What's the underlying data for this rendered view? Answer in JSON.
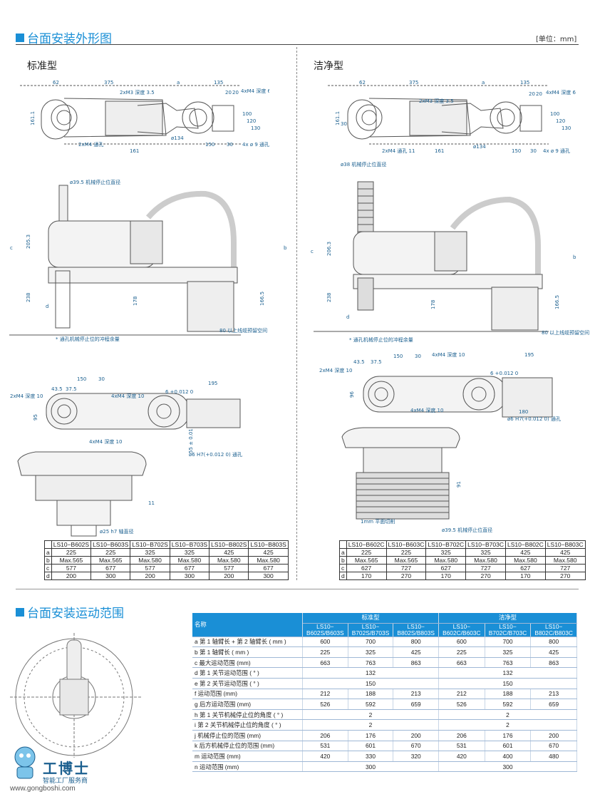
{
  "header": {
    "section1_title": "台面安装外形图",
    "unit": "[单位：mm]",
    "left_subtitle": "标准型",
    "right_subtitle": "洁净型",
    "section2_title": "台面安装运动范围"
  },
  "drawing_labels": {
    "std_top": [
      "62",
      "375",
      "a",
      "135",
      "2xM3 深度 3.5",
      "4xM4 深度 6",
      "20",
      "20",
      "161.1",
      "100",
      "120",
      "130",
      "2xM4 通孔",
      "ø134",
      "161",
      "150",
      "30",
      "4x ø 9 通孔"
    ],
    "std_side": [
      "ø39.5 机械停止位直径",
      "c",
      "205.3",
      "b",
      "238",
      "178",
      "166.5",
      "d",
      "* 通孔机械停止位的冲程余量",
      "80 以上线缆预留空间"
    ],
    "std_detail": [
      "150",
      "30",
      "2xM4 深度 10",
      "43.5",
      "37.5",
      "4xM4 深度 10",
      "6 +0.012 0",
      "195",
      "95",
      "4xM4 深度 10",
      "55 ± 0.01",
      "ø6 H7(+0.012 0) 通孔",
      "ø25 h7 轴直径",
      "11"
    ],
    "cln_top": [
      "62",
      "375",
      "a",
      "135",
      "2xM3 深度 3.5",
      "4xM4 深度 6",
      "20",
      "20",
      "161.1",
      "30",
      "100",
      "120",
      "130",
      "2xM4 通孔 11",
      "ø134",
      "161",
      "150",
      "30",
      "4x ø 9 通孔"
    ],
    "cln_side": [
      "ø38 机械停止位直径",
      "c",
      "206.3",
      "b",
      "238",
      "178",
      "166.5",
      "d",
      "* 通孔机械停止位的冲程余量",
      "80 以上线缆预留空间"
    ],
    "cln_detail": [
      "2xM4 深度 10",
      "43.5",
      "37.5",
      "150",
      "30",
      "4xM4 深度 10",
      "195",
      "96",
      "4xM4 深度 10",
      "180",
      "6 +0.012 0",
      "ø6 H7(+0.012 0) 通孔",
      "91",
      "1mm 平面切削",
      "ø39.5 机械停止位直径"
    ]
  },
  "std_table": {
    "headers": [
      "",
      "LS10−B602S",
      "LS10−B603S",
      "LS10−B702S",
      "LS10−B703S",
      "LS10−B802S",
      "LS10−B803S"
    ],
    "rows": [
      [
        "a",
        "225",
        "225",
        "325",
        "325",
        "425",
        "425"
      ],
      [
        "b",
        "Max.565",
        "Max.565",
        "Max.580",
        "Max.580",
        "Max.580",
        "Max.580"
      ],
      [
        "c",
        "577",
        "677",
        "577",
        "677",
        "577",
        "677"
      ],
      [
        "d",
        "200",
        "300",
        "200",
        "300",
        "200",
        "300"
      ]
    ]
  },
  "cln_table": {
    "headers": [
      "",
      "LS10−B602C",
      "LS10−B603C",
      "LS10−B702C",
      "LS10−B703C",
      "LS10−B802C",
      "LS10−B803C"
    ],
    "rows": [
      [
        "a",
        "225",
        "225",
        "325",
        "325",
        "425",
        "425"
      ],
      [
        "b",
        "Max.565",
        "Max.565",
        "Max.580",
        "Max.580",
        "Max.580",
        "Max.580"
      ],
      [
        "c",
        "627",
        "727",
        "627",
        "727",
        "627",
        "727"
      ],
      [
        "d",
        "170",
        "270",
        "170",
        "270",
        "170",
        "270"
      ]
    ]
  },
  "spec_table": {
    "name_header": "名称",
    "group_std": "标准型",
    "group_cln": "洁净型",
    "model_headers": [
      "LS10−\nB602S/B603S",
      "LS10−\nB702S/B703S",
      "LS10−\nB802S/B803S",
      "LS10−\nB602C/B603C",
      "LS10−\nB702C/B703C",
      "LS10−\nB802C/B803C"
    ],
    "rows": [
      {
        "label": "a  第 1 轴臂长 + 第 2 轴臂长 ( mm )",
        "vals": [
          "600",
          "700",
          "800",
          "600",
          "700",
          "800"
        ]
      },
      {
        "label": "b  第 1 轴臂长 ( mm )",
        "vals": [
          "225",
          "325",
          "425",
          "225",
          "325",
          "425"
        ]
      },
      {
        "label": "c  最大运动范围 (mm)",
        "vals": [
          "663",
          "763",
          "863",
          "663",
          "763",
          "863"
        ]
      },
      {
        "label": "d  第 1 关节运动范围 ( ° )",
        "span": [
          "132",
          "132"
        ]
      },
      {
        "label": "e  第 2 关节运动范围 ( ° )",
        "span": [
          "150",
          "150"
        ]
      },
      {
        "label": "f  运动范围 (mm)",
        "vals": [
          "212",
          "188",
          "213",
          "212",
          "188",
          "213"
        ]
      },
      {
        "label": "g  后方运动范围 (mm)",
        "vals": [
          "526",
          "592",
          "659",
          "526",
          "592",
          "659"
        ]
      },
      {
        "label": "h  第 1 关节机械停止位的角度 ( ° )",
        "span": [
          "2",
          "2"
        ]
      },
      {
        "label": "i  第 2 关节机械停止位的角度 ( ° )",
        "span": [
          "2",
          "2"
        ]
      },
      {
        "label": "j  机械停止位的范围 (mm)",
        "vals": [
          "206",
          "176",
          "200",
          "206",
          "176",
          "200"
        ]
      },
      {
        "label": "k  后方机械停止位的范围 (mm)",
        "vals": [
          "531",
          "601",
          "670",
          "531",
          "601",
          "670"
        ]
      },
      {
        "label": "m  运动范围 (mm)",
        "vals": [
          "420",
          "330",
          "320",
          "420",
          "400",
          "480"
        ]
      },
      {
        "label": "n  运动范围 (mm)",
        "span": [
          "300",
          "300"
        ]
      }
    ]
  },
  "logo": {
    "name": "工博士",
    "tagline": "智能工厂服务商",
    "url": "www.gongboshi.com"
  },
  "colors": {
    "accent": "#1a8fd6",
    "line": "#333333",
    "drawing": "#555555"
  }
}
